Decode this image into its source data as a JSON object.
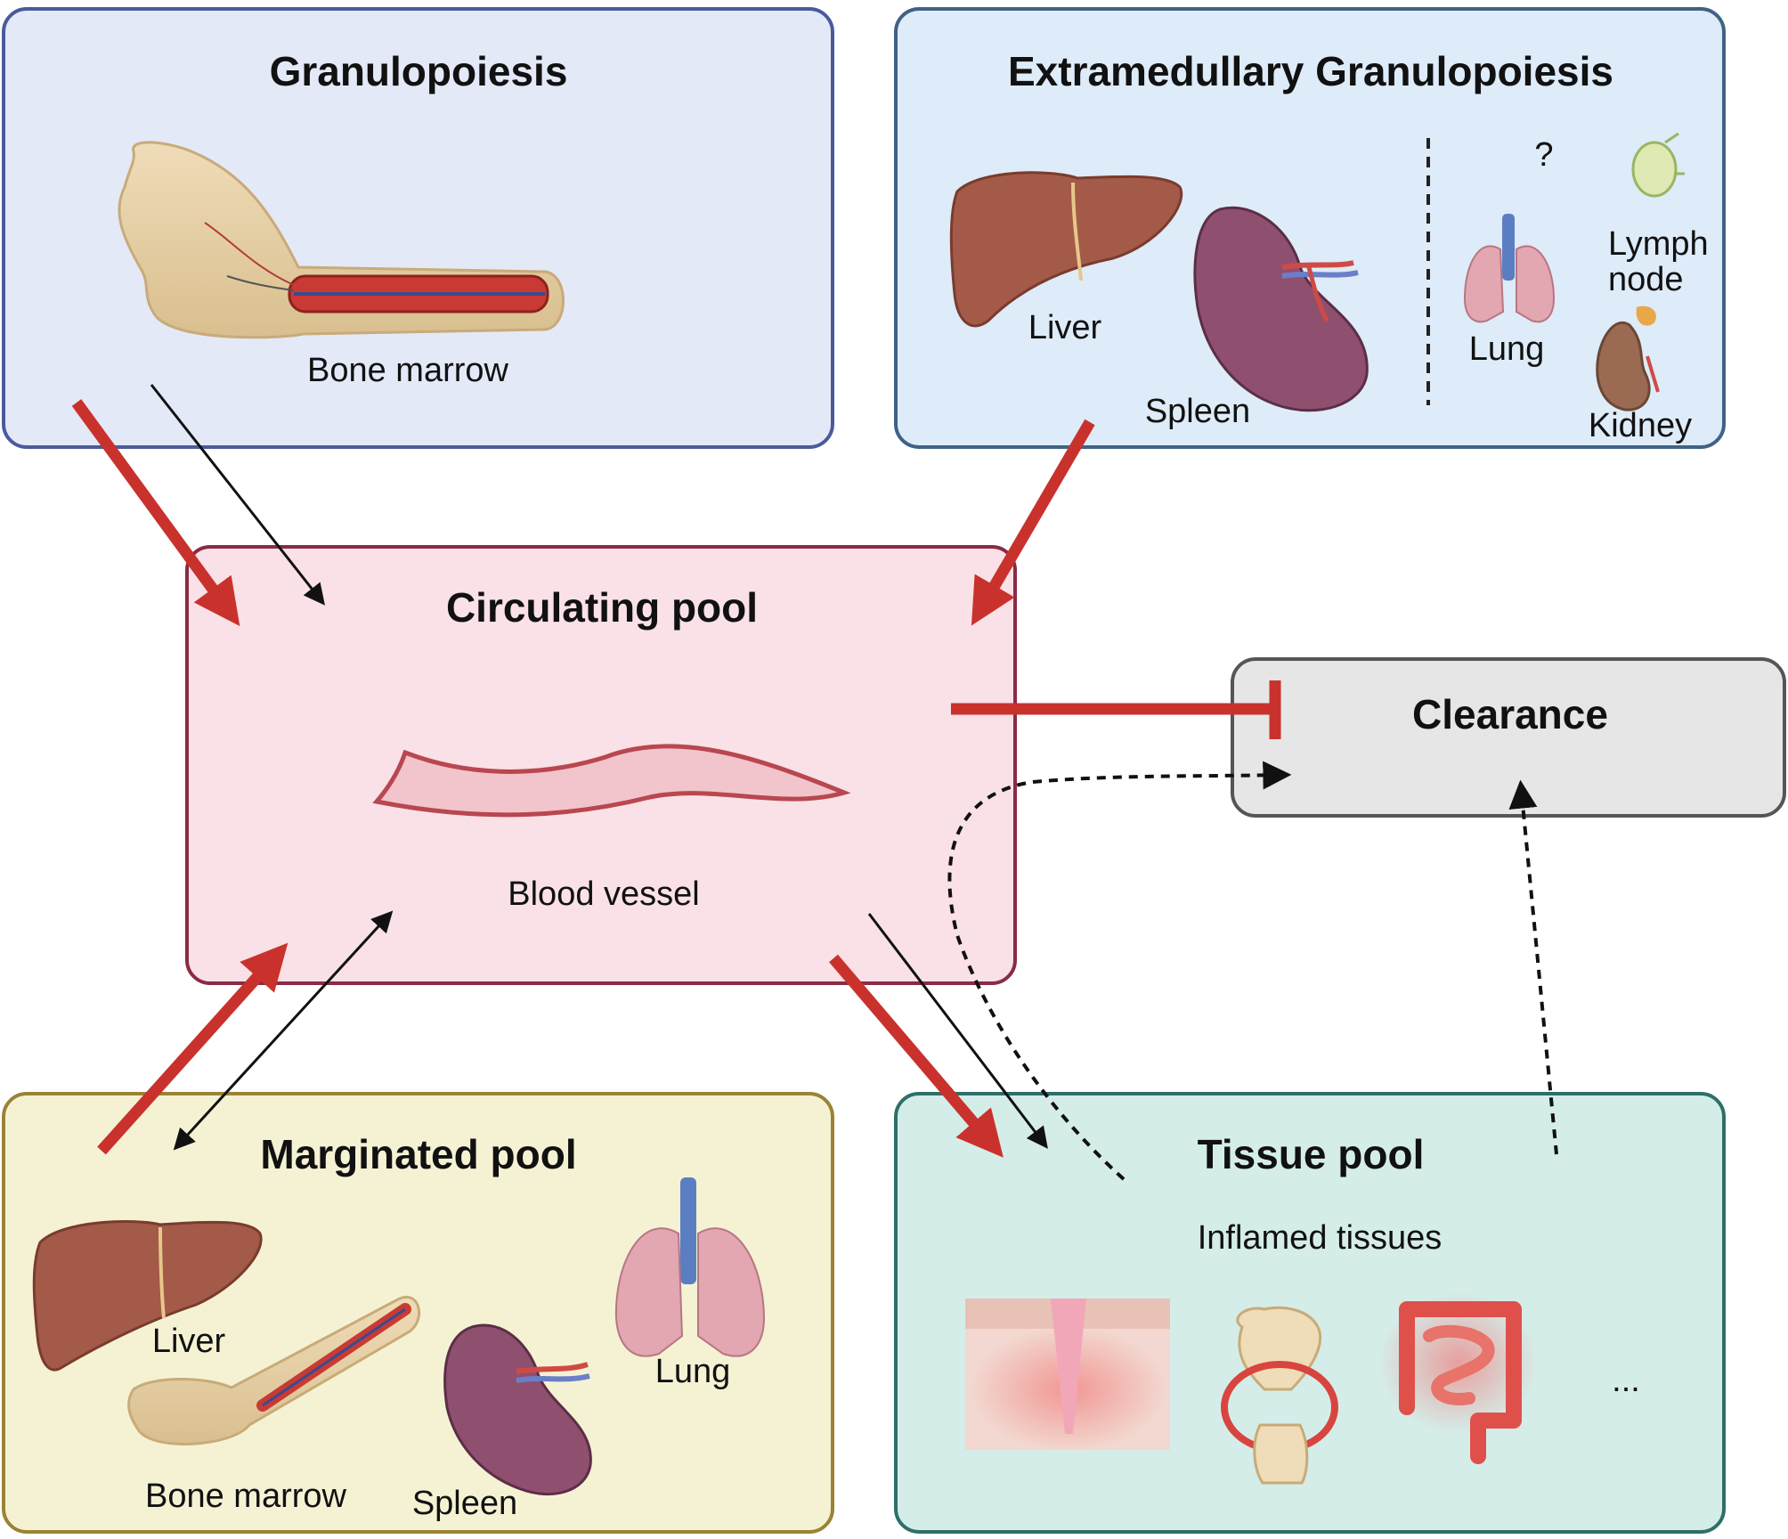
{
  "boxes": {
    "granulopoiesis": {
      "title": "Granulopoiesis",
      "labels": {
        "bone_marrow": "Bone marrow"
      }
    },
    "extramedullary": {
      "title": "Extramedullary Granulopoiesis",
      "labels": {
        "liver": "Liver",
        "spleen": "Spleen",
        "question": "?",
        "lung": "Lung",
        "lymph_line1": "Lymph",
        "lymph_line2": "node",
        "kidney": "Kidney"
      }
    },
    "circulating": {
      "title": "Circulating pool",
      "labels": {
        "blood_vessel": "Blood vessel"
      }
    },
    "clearance": {
      "title": "Clearance"
    },
    "marginated": {
      "title": "Marginated pool",
      "labels": {
        "liver": "Liver",
        "lung": "Lung",
        "bone_marrow": "Bone marrow",
        "spleen": "Spleen"
      }
    },
    "tissue": {
      "title": "Tissue pool",
      "labels": {
        "inflamed": "Inflamed tissues",
        "ellipsis": "..."
      }
    }
  },
  "colors": {
    "granulopoiesis_fill": "#e4e9f8",
    "granulopoiesis_stroke": "#4a5a9c",
    "extramedullary_fill": "#deebf8",
    "extramedullary_stroke": "#3f6284",
    "circulating_fill": "#f9e1e7",
    "circulating_stroke": "#8a2b45",
    "clearance_fill": "#e6e6e6",
    "clearance_stroke": "#555555",
    "marginated_fill": "#f5f2d4",
    "marginated_stroke": "#9a8335",
    "tissue_fill": "#d5ede9",
    "tissue_stroke": "#2f6f68",
    "red_arrow": "#c9322c",
    "black_arrow": "#111111"
  }
}
